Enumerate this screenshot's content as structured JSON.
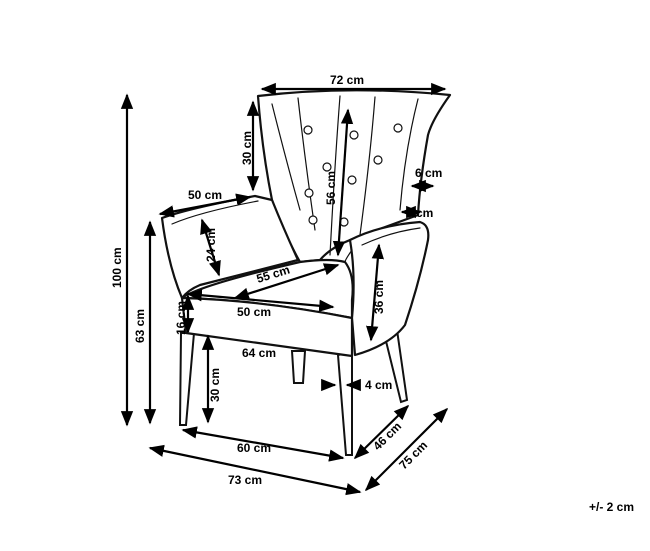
{
  "dimensions": {
    "width_top": "72 cm",
    "back_upper": "30 cm",
    "back_height": "56 cm",
    "wing_width": "6 cm",
    "arm_width": "6 cm",
    "arm_length": "50 cm",
    "arm_height": "24 cm",
    "seat_depth": "55 cm",
    "seat_width": "50 cm",
    "front_height": "36 cm",
    "cushion_height": "16 cm",
    "base_width": "64 cm",
    "leg_height": "30 cm",
    "leg_width": "4 cm",
    "leg_span": "60 cm",
    "leg_depth": "46 cm",
    "overall_width": "73 cm",
    "overall_depth": "75 cm",
    "total_height": "100 cm",
    "seat_height": "63 cm"
  },
  "tolerance": "+/- 2 cm"
}
